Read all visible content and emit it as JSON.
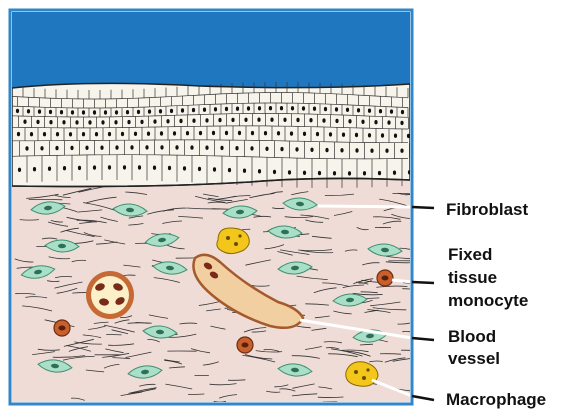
{
  "labels": {
    "fibroblast": "Fibroblast",
    "fixed_line1": "Fixed",
    "fixed_line2": "tissue",
    "fixed_line3": "monocyte",
    "blood_line1": "Blood",
    "blood_line2": "vessel",
    "macrophage": "Macrophage"
  },
  "colors": {
    "frame": "#2f86c8",
    "sky": "#1f77bf",
    "epithelium": "#f7f4ec",
    "connective_tissue": "#efdcd6",
    "fibroblast": "#a9dfc8",
    "monocyte": "#c7602c",
    "macrophage": "#f2c61b",
    "vessel_wall": "#f2cfa0",
    "red_cell": "#7a2b17"
  }
}
